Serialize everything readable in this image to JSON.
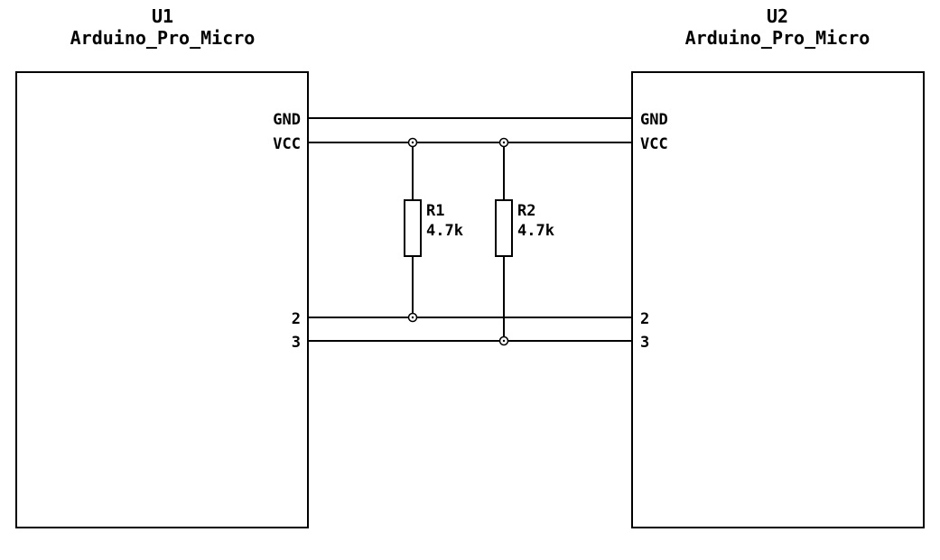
{
  "schematic": {
    "components": [
      {
        "ref": "U1",
        "value": "Arduino_Pro_Micro",
        "pins": [
          "GND",
          "VCC",
          "2",
          "3"
        ]
      },
      {
        "ref": "U2",
        "value": "Arduino_Pro_Micro",
        "pins": [
          "GND",
          "VCC",
          "2",
          "3"
        ]
      }
    ],
    "resistors": [
      {
        "ref": "R1",
        "value": "4.7k"
      },
      {
        "ref": "R2",
        "value": "4.7k"
      }
    ],
    "nets": [
      "GND",
      "VCC",
      "2",
      "3"
    ],
    "colors": {
      "stroke": "#000000",
      "background": "#ffffff"
    }
  }
}
